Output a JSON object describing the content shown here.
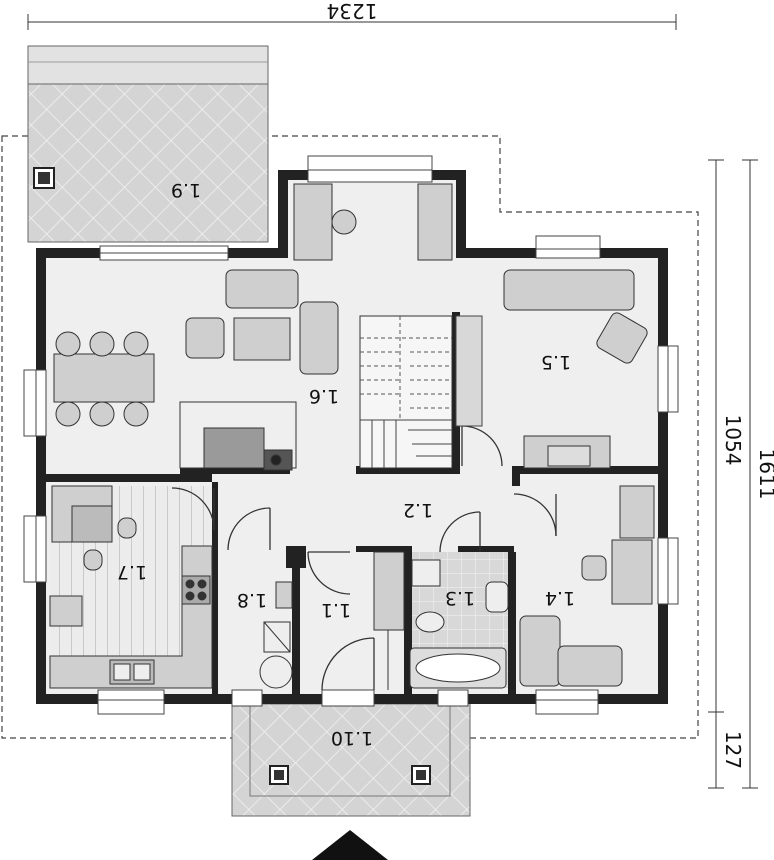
{
  "dimensions": {
    "top": "1234",
    "right_outer": "1611",
    "right_inner": "1054",
    "right_bottom": "127"
  },
  "rooms": [
    {
      "id": "1.1",
      "label": "1.1"
    },
    {
      "id": "1.2",
      "label": "1.2"
    },
    {
      "id": "1.3",
      "label": "1.3"
    },
    {
      "id": "1.4",
      "label": "1.4"
    },
    {
      "id": "1.5",
      "label": "1.5"
    },
    {
      "id": "1.6",
      "label": "1.6"
    },
    {
      "id": "1.7",
      "label": "1.7"
    },
    {
      "id": "1.8",
      "label": "1.8"
    },
    {
      "id": "1.9",
      "label": "1.9"
    },
    {
      "id": "1.10",
      "label": "1.10"
    }
  ],
  "colors": {
    "wall": "#222222",
    "floor": "#efefef",
    "tile": "#dcdcdc",
    "furniture": "#cfcfcf",
    "terrace": "#d6d6d6"
  }
}
